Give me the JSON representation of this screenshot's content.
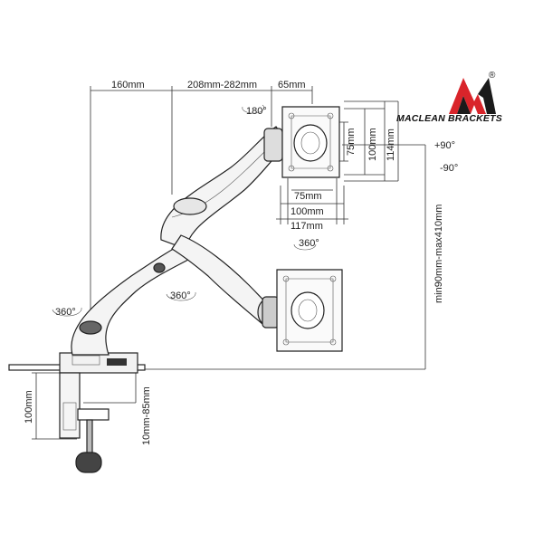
{
  "brand": {
    "name": "MACLEAN BRACKETS",
    "registered": "®",
    "colors": {
      "red": "#d9242a",
      "black": "#1a1a1a"
    }
  },
  "dimensions": {
    "reach_short": "160mm",
    "reach_extend": "208mm-282mm",
    "plate_offset": "65mm",
    "rotate_top": "180°",
    "vesa_75_h": "75mm",
    "vesa_100_h": "100mm",
    "plate_114": "114mm",
    "vesa_75_w": "75mm",
    "vesa_100_w": "100mm",
    "plate_117": "117mm",
    "rotate_plate": "360°",
    "tilt_up": "+90°",
    "tilt_down": "-90°",
    "height_range": "min90mm-max410mm",
    "rotate_base": "360°",
    "rotate_arm": "360°",
    "clamp_height": "100mm",
    "desk_thickness": "10mm-85mm"
  }
}
